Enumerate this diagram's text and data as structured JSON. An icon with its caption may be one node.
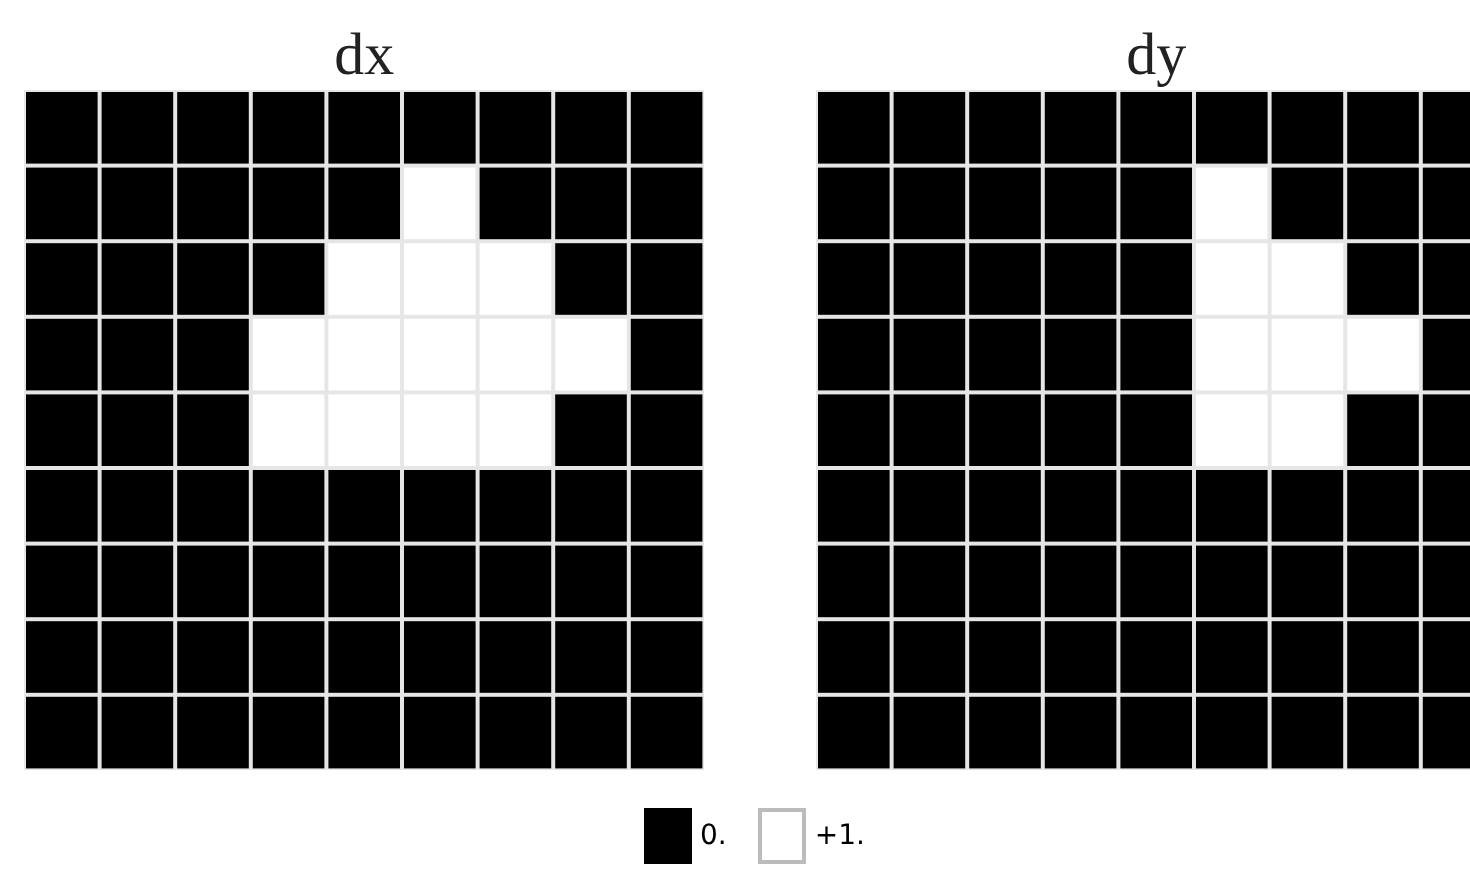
{
  "diagram": {
    "nodes": [
      {
        "text": [
          "dx"
        ]
      },
      {
        "text": [
          "dy"
        ]
      }
    ],
    "legend": [
      {
        "text": "0.",
        "color": "#000000"
      },
      {
        "text": "+1.",
        "color": "#ffffff"
      }
    ]
  }
}
